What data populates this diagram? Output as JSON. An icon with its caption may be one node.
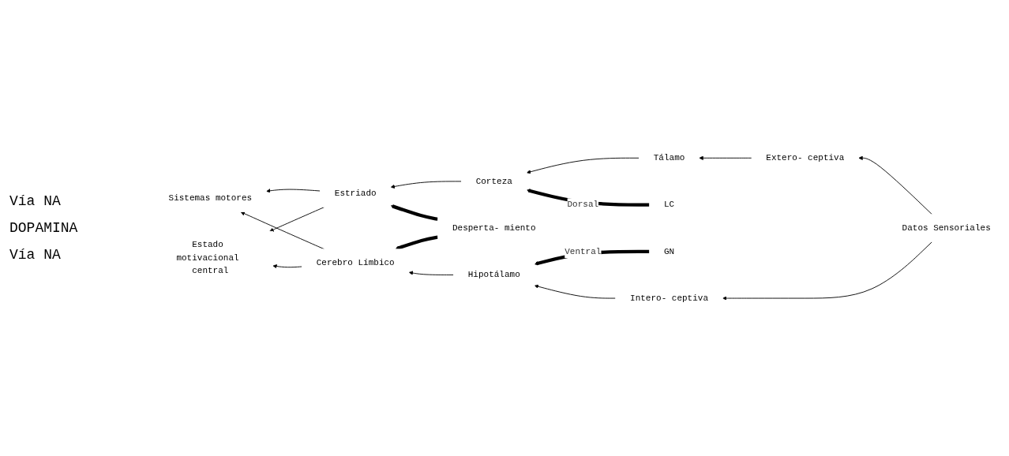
{
  "diagram": {
    "nodes": [
      {
        "text": [
          "Corteza"
        ]
      },
      {
        "text": [
          "Tálamo"
        ]
      },
      {
        "text": [
          "Extero- ceptiva"
        ]
      },
      {
        "text": [
          "Estriado"
        ]
      },
      {
        "text": [
          "Sistemas motores"
        ]
      },
      {
        "text": [
          "Estado motivacional central"
        ]
      },
      {
        "text": [
          "Desperta- miento"
        ]
      },
      {
        "text": [
          "LC"
        ]
      },
      {
        "text": [
          "Datos Sensoriales"
        ]
      },
      {
        "text": [
          "Cerebro Límbico"
        ]
      },
      {
        "text": [
          "GN"
        ]
      },
      {
        "text": [
          "Intero- ceptiva"
        ]
      },
      {
        "text": [
          "Hipotálamo"
        ]
      }
    ],
    "edges": [
      {
        "from": 3,
        "to": 4,
        "arrow": "to"
      },
      {
        "from": 9,
        "to": 4,
        "arrow": "to"
      },
      {
        "from": 0,
        "to": 3,
        "arrow": "to"
      },
      {
        "from": 1,
        "to": 0,
        "arrow": "to"
      },
      {
        "from": 2,
        "to": 1,
        "arrow": "to"
      },
      {
        "from": 8,
        "to": 2,
        "arrow": "to"
      },
      {
        "from": 8,
        "to": 11,
        "arrow": "to"
      },
      {
        "from": 11,
        "to": 12,
        "arrow": "to"
      },
      {
        "from": 12,
        "to": 9,
        "arrow": "to"
      },
      {
        "from": 3,
        "to": 5,
        "arrow": "to"
      },
      {
        "from": 9,
        "to": 5,
        "arrow": "to"
      },
      {
        "from": 7,
        "to": 0,
        "arrow": "to",
        "label": "Dorsal",
        "style": "thick"
      },
      {
        "from": 6,
        "to": 3,
        "arrow": "to",
        "style": "thick"
      },
      {
        "from": 6,
        "to": 9,
        "arrow": "to",
        "style": "thick"
      },
      {
        "from": 10,
        "to": 12,
        "arrow": "to",
        "label": "Ventral",
        "style": "thick"
      }
    ],
    "labels": [
      "Vía NA",
      "DOPAMINA",
      "Vía NA"
    ]
  }
}
